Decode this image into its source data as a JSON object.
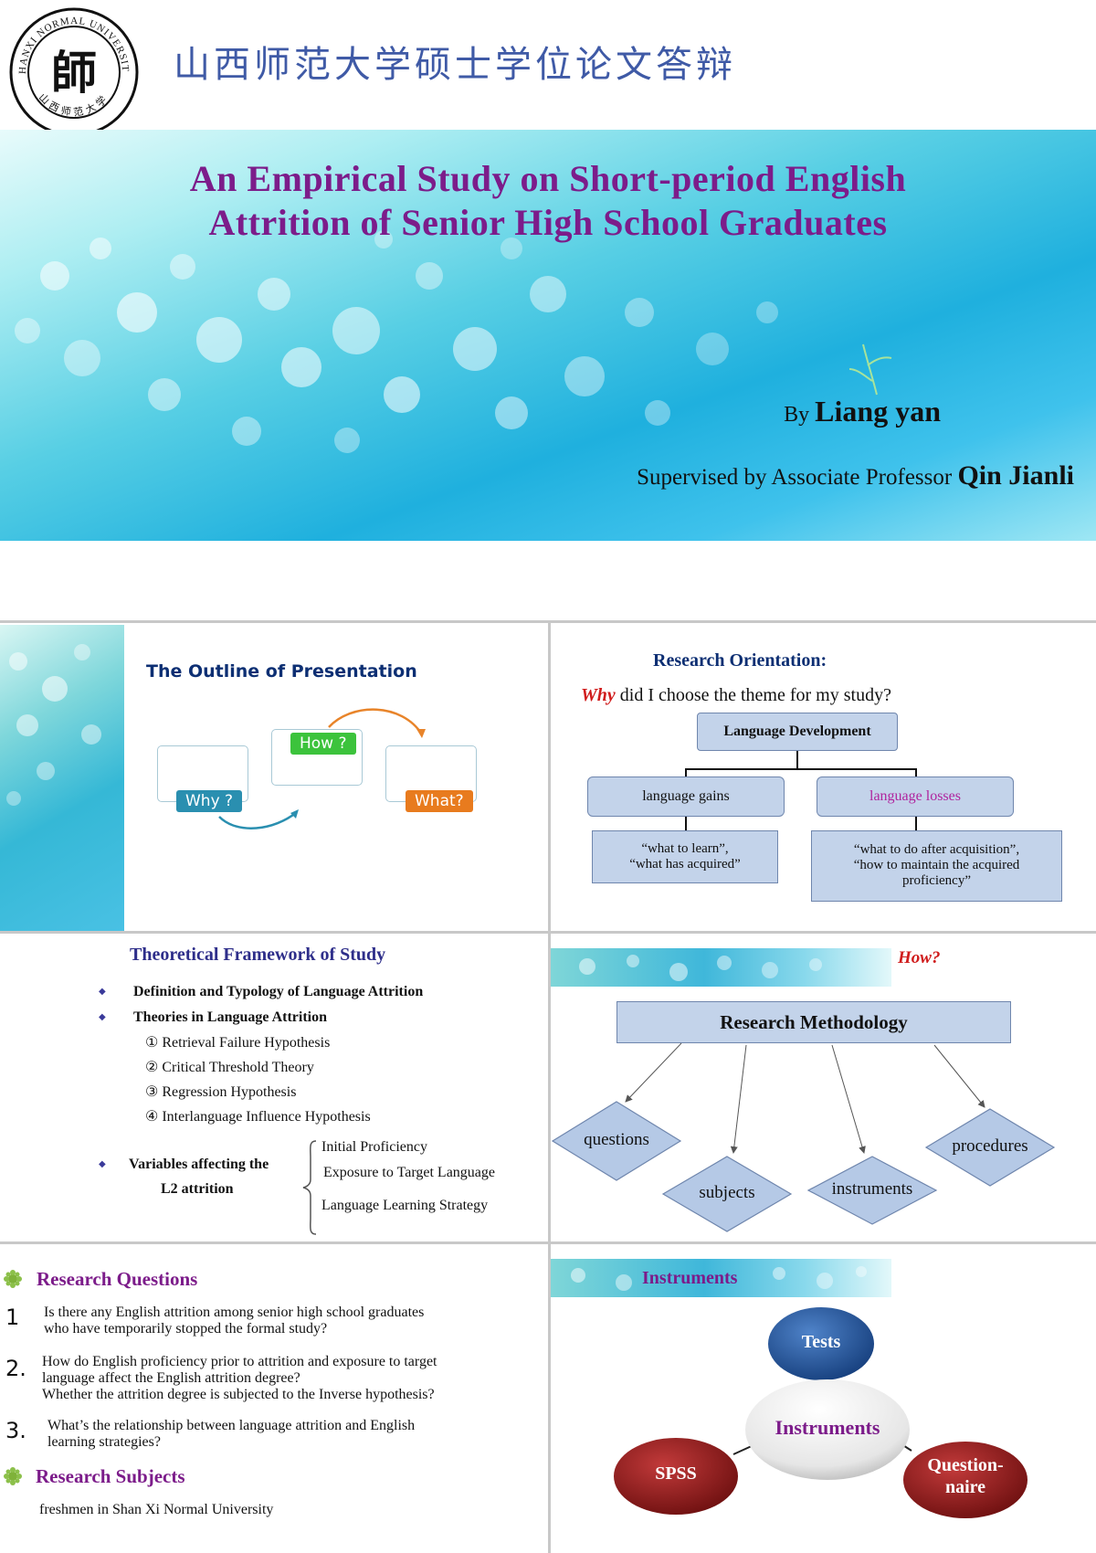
{
  "header": {
    "university_title": "山西师范大学硕士学位论文答辩",
    "logo_seal_text": "SHANXI NORMAL UNIVERSITY",
    "logo_seal_chinese": "山西师范大学",
    "logo_mark": "師"
  },
  "title_slide": {
    "title_line1": "An Empirical Study on Short-period English",
    "title_line2": "Attrition of Senior High School Graduates",
    "by_prefix": "By",
    "author": "Liang yan",
    "supervisor_prefix": "Supervised by Associate Professor",
    "supervisor": "Qin Jianli"
  },
  "outline": {
    "title": "The  Outline of  Presentation",
    "tags": [
      "Why ?",
      "How ?",
      "What?"
    ],
    "tag_colors": [
      "#2a8fb0",
      "#3cc33c",
      "#e87b1e"
    ]
  },
  "orientation": {
    "heading": "Research Orientation:",
    "question_emph": "Why",
    "question_rest": " did I choose the theme for my study?",
    "root": "Language Development",
    "left_node": "language  gains",
    "right_node": "language losses",
    "left_leaf": [
      "“what to learn”,",
      "“what has acquired”"
    ],
    "right_leaf": [
      "“what to do after acquisition”,",
      "“how to maintain the acquired",
      "proficiency”"
    ]
  },
  "framework": {
    "title": "Theoretical Framework of Study",
    "bullet1": "Definition and Typology of Language Attrition",
    "bullet2": "Theories in Language Attrition",
    "theories": [
      "① Retrieval Failure Hypothesis",
      "② Critical Threshold Theory",
      "③ Regression Hypothesis",
      "④ Interlanguage Influence Hypothesis"
    ],
    "bullet3_line1": "Variables affecting the",
    "bullet3_line2": "L2 attrition",
    "variables": [
      "Initial Proficiency",
      "Exposure to Target Language",
      "Language Learning Strategy"
    ]
  },
  "methodology": {
    "how": "How?",
    "title": "Research Methodology",
    "nodes": [
      "questions",
      "subjects",
      "instruments",
      "procedures"
    ]
  },
  "research_questions": {
    "heading": "Research Questions",
    "items": [
      {
        "num": "1",
        "lines": [
          "Is there any English attrition among senior high school graduates",
          "who have temporarily stopped  the formal study?"
        ]
      },
      {
        "num": "2.",
        "lines": [
          "How do English proficiency prior to attrition and exposure to target",
          "language affect the English attrition degree?",
          "Whether the attrition degree is subjected to the Inverse hypothesis?"
        ]
      },
      {
        "num": "3.",
        "lines": [
          "What’s the relationship between language attrition and English",
          "learning strategies?"
        ]
      }
    ],
    "subjects_heading": "Research Subjects",
    "subjects_text": "freshmen in Shan Xi Normal University"
  },
  "instruments": {
    "strip_title": "Instruments",
    "center": "Instruments",
    "top": "Tests",
    "left": "SPSS",
    "right_line1": "Question-",
    "right_line2": "naire"
  }
}
